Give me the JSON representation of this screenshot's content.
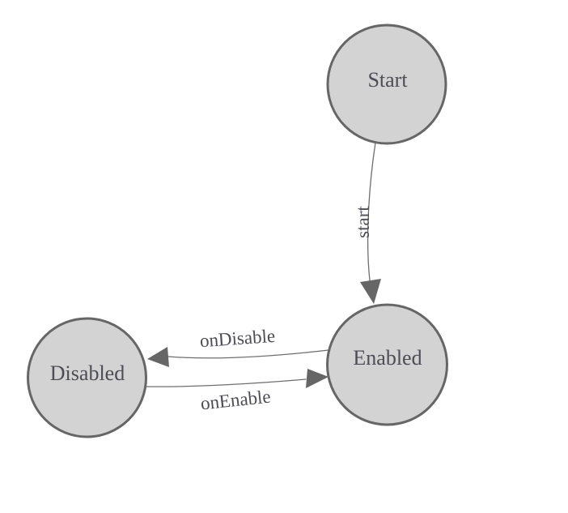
{
  "diagram": {
    "type": "state-machine",
    "colors": {
      "background": "#ffffff",
      "node_fill": "#d3d3d3",
      "node_border": "#666666",
      "edge_line": "#6e6e6e",
      "arrow_fill": "#666666",
      "label_text": "#4d4d55"
    },
    "nodes": [
      {
        "id": "start",
        "label": "Start"
      },
      {
        "id": "enabled",
        "label": "Enabled"
      },
      {
        "id": "disabled",
        "label": "Disabled"
      }
    ],
    "edges": [
      {
        "id": "start-to-enabled",
        "from": "Start",
        "to": "Enabled",
        "label": "start"
      },
      {
        "id": "enabled-to-disabled",
        "from": "Enabled",
        "to": "Disabled",
        "label": "onDisable"
      },
      {
        "id": "disabled-to-enabled",
        "from": "Disabled",
        "to": "Enabled",
        "label": "onEnable"
      }
    ]
  }
}
